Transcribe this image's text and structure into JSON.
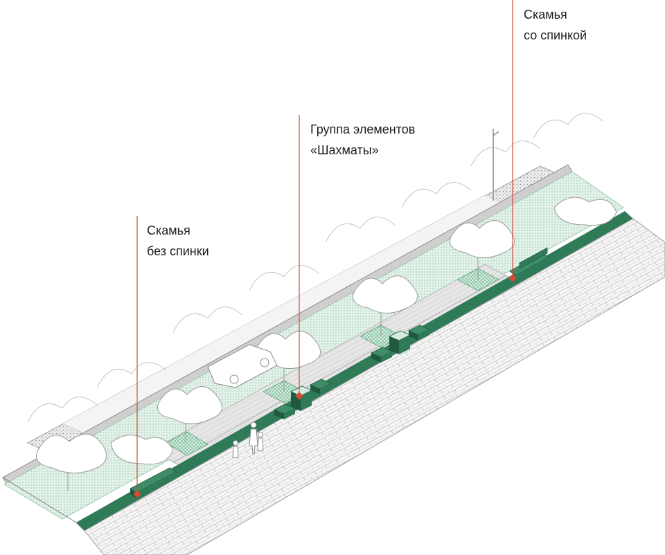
{
  "callouts": [
    {
      "id": "bench-no-back",
      "line1": "Скамья",
      "line2": "без спинки"
    },
    {
      "id": "chess-group",
      "line1": "Группа элементов",
      "line2": "«Шахматы»"
    },
    {
      "id": "bench-with-back",
      "line1": "Скамья",
      "line2": "со спинкой"
    }
  ],
  "colors": {
    "accent_green": "#2f7a57",
    "dark_green": "#1f5a3f",
    "light_green": "#d6ecdf",
    "paving": "#f3f3f3",
    "paving_line": "#b8b8b8",
    "leader_red": "#d64a34",
    "text": "#1e1e1e"
  },
  "icons": [
    "tree-icon",
    "bench-icon",
    "person-icon",
    "car-icon",
    "lamp-post-icon"
  ]
}
